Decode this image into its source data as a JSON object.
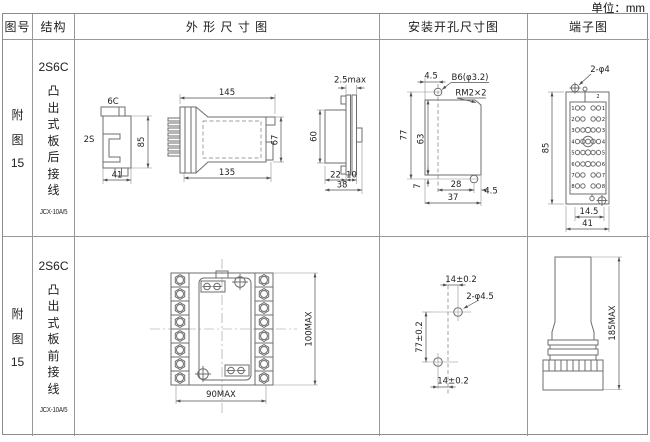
{
  "unit_label": "单位：mm",
  "header": {
    "fig_no": "图号",
    "structure": "结构",
    "outline": "外 形 尺 寸 图",
    "install": "安装开孔尺寸图",
    "terminal": "端子图"
  },
  "rows": [
    {
      "fig_a": "附",
      "fig_b": "图",
      "fig_num": "15",
      "model": "2S6C",
      "mount": "凸出式板后接线",
      "relay_code": "JCX-10A/5",
      "outline": {
        "side_top": "6C",
        "side_left": "2S",
        "side_height": "85",
        "side_width": "41",
        "front_top": "145",
        "front_bottom": "135",
        "front_height": "67",
        "panel_thickness": "2.5max",
        "panel_height": "60",
        "panel_w1": "22",
        "panel_w2": "10",
        "panel_w_total": "38"
      },
      "install": {
        "offset_top": "4.5",
        "hole_label": "B6(φ3.2)",
        "thread_label": "RM2×2",
        "h_outer": "77",
        "h_inner": "63",
        "h_small": "7",
        "w_inner": "28",
        "w_small": "4.5",
        "w_outer": "37"
      },
      "terminal": {
        "hole_label": "2-φ4",
        "pin_top": "2",
        "height": "85",
        "w_inner": "14.5",
        "w_outer": "41",
        "left_pins": [
          "1",
          "2",
          "3",
          "4",
          "5",
          "6",
          "7",
          "8"
        ],
        "right_pins": [
          "1",
          "2",
          "3",
          "4",
          "5",
          "6",
          "7",
          "8"
        ]
      }
    },
    {
      "fig_a": "附",
      "fig_b": "图",
      "fig_num": "15",
      "model": "2S6C",
      "mount": "凸出式板前接线",
      "relay_code": "JCX-10A/5",
      "outline": {
        "height": "100MAX",
        "width": "90MAX"
      },
      "install": {
        "offset_top": "14±0.2",
        "hole_label": "2-φ4.5",
        "h_total": "77±0.2",
        "offset_bottom": "14±0.2"
      },
      "terminal": {
        "height": "185MAX"
      }
    }
  ]
}
